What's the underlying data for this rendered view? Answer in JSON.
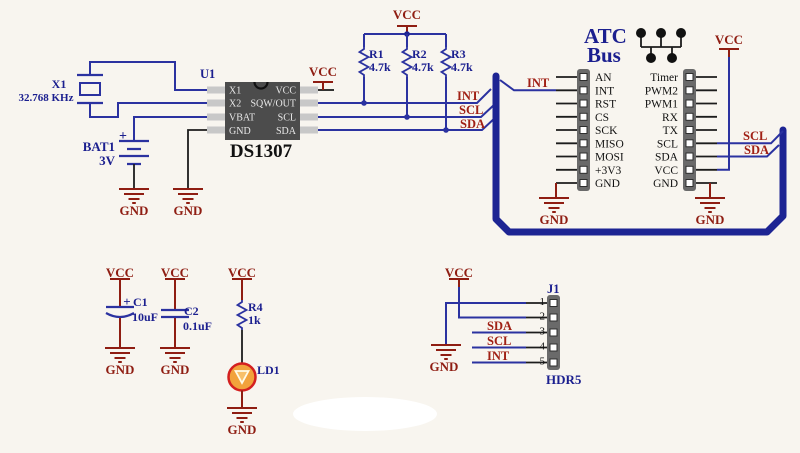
{
  "power": {
    "vcc": "VCC",
    "gnd": "GND"
  },
  "nets": {
    "int": "INT",
    "scl": "SCL",
    "sda": "SDA"
  },
  "parts": {
    "x1": {
      "ref": "X1",
      "value": "32.768 KHz"
    },
    "bat1": {
      "ref": "BAT1",
      "value": "3V",
      "plus": "+"
    },
    "u1": {
      "ref": "U1",
      "part": "DS1307",
      "left_pins": [
        "X1",
        "X2",
        "VBAT",
        "GND"
      ],
      "right_pins": [
        "VCC",
        "SQW/OUT",
        "SCL",
        "SDA"
      ]
    },
    "pullups": [
      {
        "ref": "R1",
        "value": "4.7k"
      },
      {
        "ref": "R2",
        "value": "4.7k"
      },
      {
        "ref": "R3",
        "value": "4.7k"
      }
    ],
    "c1": {
      "ref": "C1",
      "value": "10uF",
      "plus": "+"
    },
    "c2": {
      "ref": "C2",
      "value": "0.1uF"
    },
    "r4": {
      "ref": "R4",
      "value": "1k"
    },
    "ld1": {
      "ref": "LD1"
    }
  },
  "atc": {
    "title_line1": "ATC",
    "title_line2": "Bus",
    "left_pins": [
      "AN",
      "INT",
      "RST",
      "CS",
      "SCK",
      "MISO",
      "MOSI",
      "+3V3",
      "GND"
    ],
    "right_pins": [
      "Timer",
      "PWM2",
      "PWM1",
      "RX",
      "TX",
      "SCL",
      "SDA",
      "VCC",
      "GND"
    ]
  },
  "j1": {
    "ref": "J1",
    "type": "HDR5",
    "pin_numbers": [
      "1",
      "2",
      "3",
      "4",
      "5"
    ]
  },
  "colors": {
    "wire_blue": "#2b32a0",
    "bus_navy": "#1d2493",
    "net_red": "#a02015",
    "power_red": "#8f1d12",
    "label_navy": "#1b1f8f",
    "chip_gray": "#4c4c4c",
    "header_gray": "#6a6a6a",
    "led_orange": "#f2a23c",
    "background": "#f8f5ef"
  }
}
